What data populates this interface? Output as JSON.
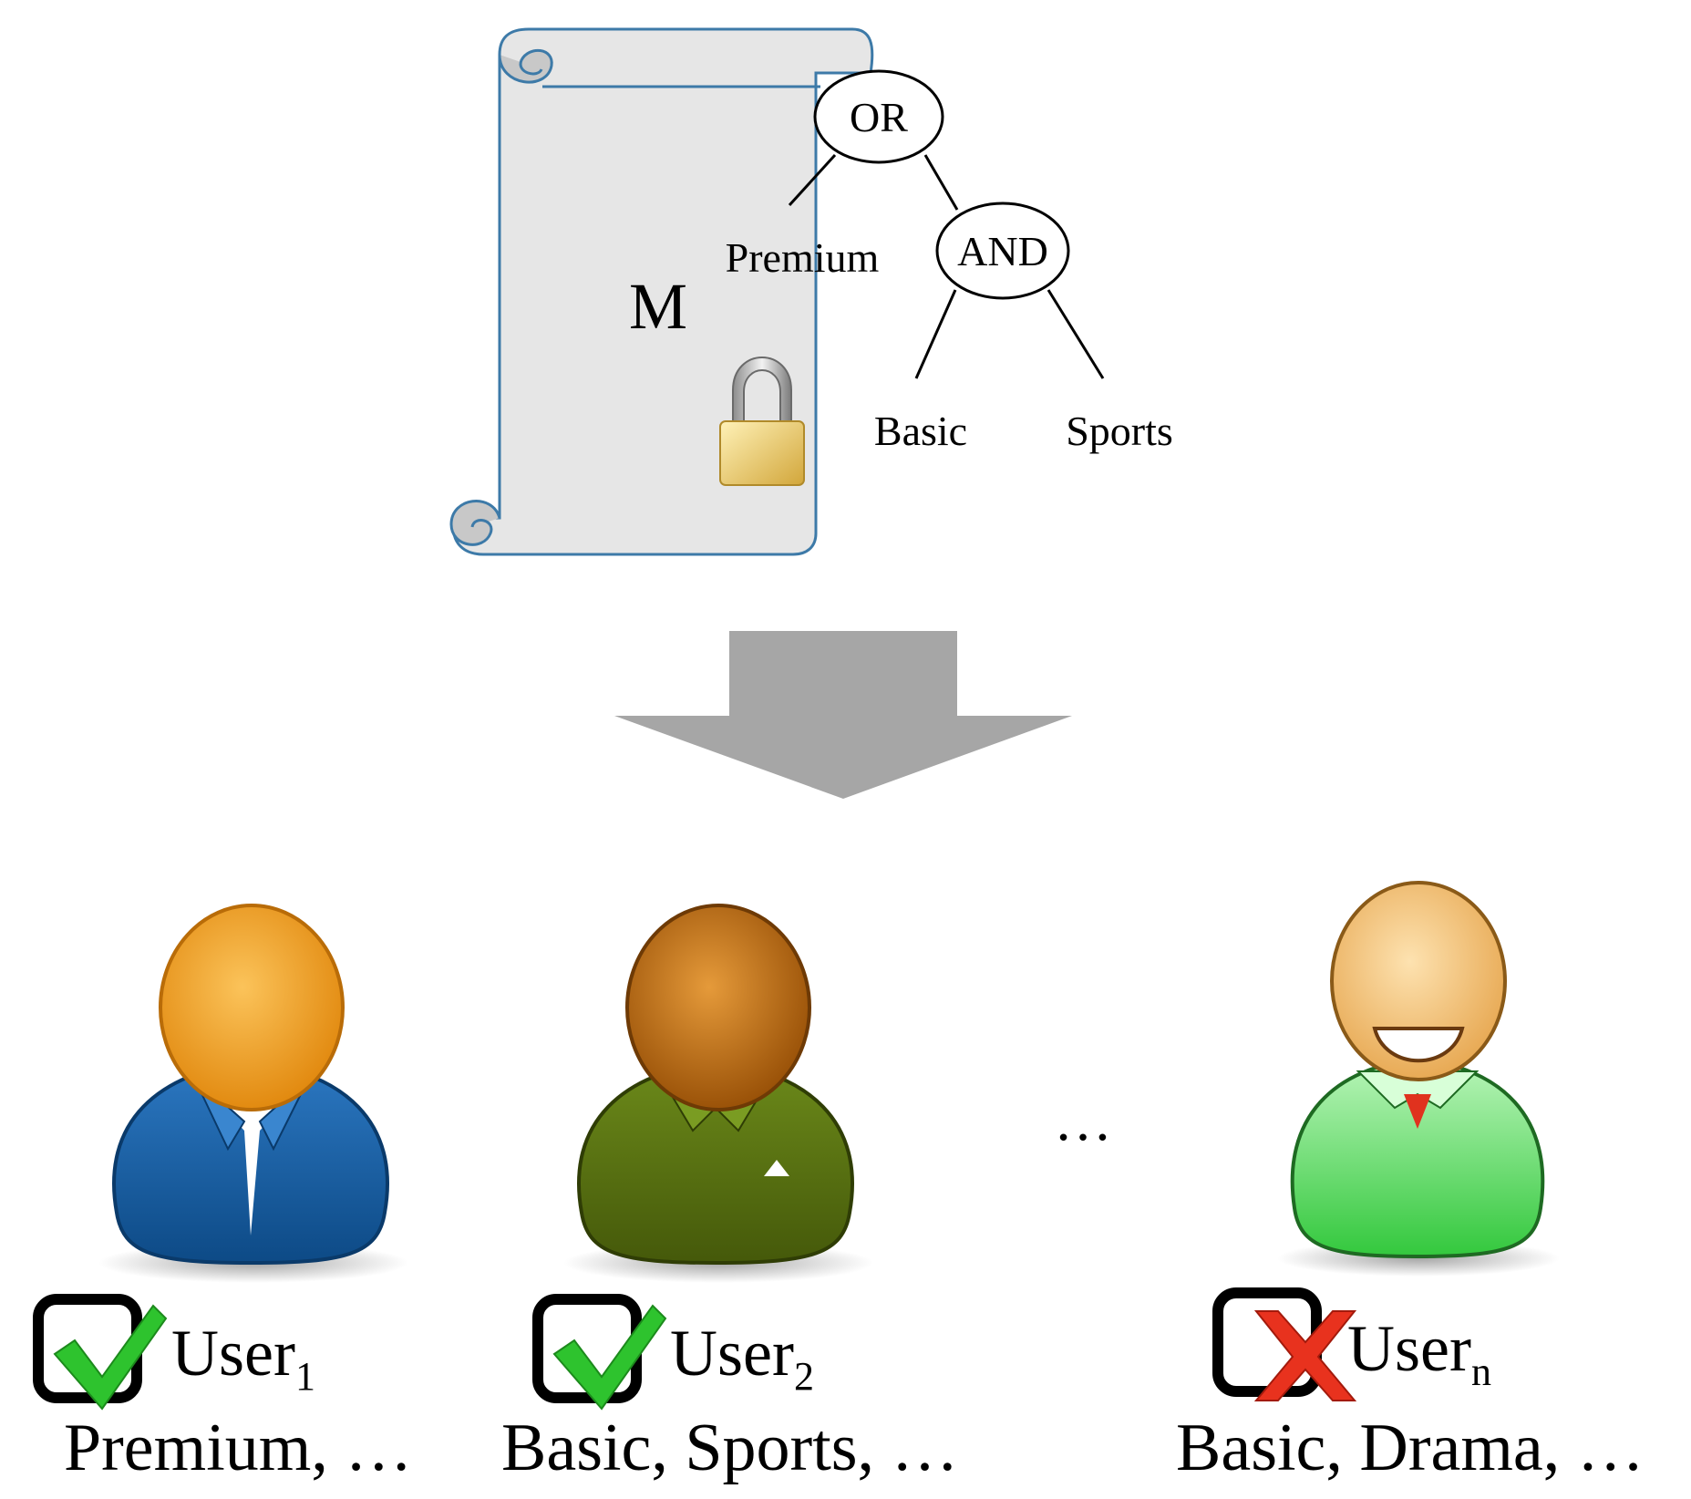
{
  "document": {
    "label": "M"
  },
  "policy_tree": {
    "root": "OR",
    "and_node": "AND",
    "leaf_premium": "Premium",
    "leaf_basic": "Basic",
    "leaf_sports": "Sports"
  },
  "ellipsis": "…",
  "users": [
    {
      "name": "User",
      "subscript": "1",
      "attributes": "Premium, …",
      "access": "granted",
      "shirt_color": "#1b5fa3",
      "head_color": "#f0a020"
    },
    {
      "name": "User",
      "subscript": "2",
      "attributes": "Basic, Sports, …",
      "access": "granted",
      "shirt_color": "#566f12",
      "head_color": "#b8680e"
    },
    {
      "name": "User",
      "subscript": "n",
      "attributes": "Basic, Drama, …",
      "access": "denied",
      "shirt_color": "#44d050",
      "head_color": "#f0bc6e"
    }
  ],
  "colors": {
    "scroll_fill": "#e6e6e6",
    "scroll_stroke": "#3d7aa8",
    "arrow_fill": "#a6a6a6",
    "check_green": "#2ec32e",
    "cross_red": "#e8321e",
    "lock_gold": "#e6c85a"
  }
}
